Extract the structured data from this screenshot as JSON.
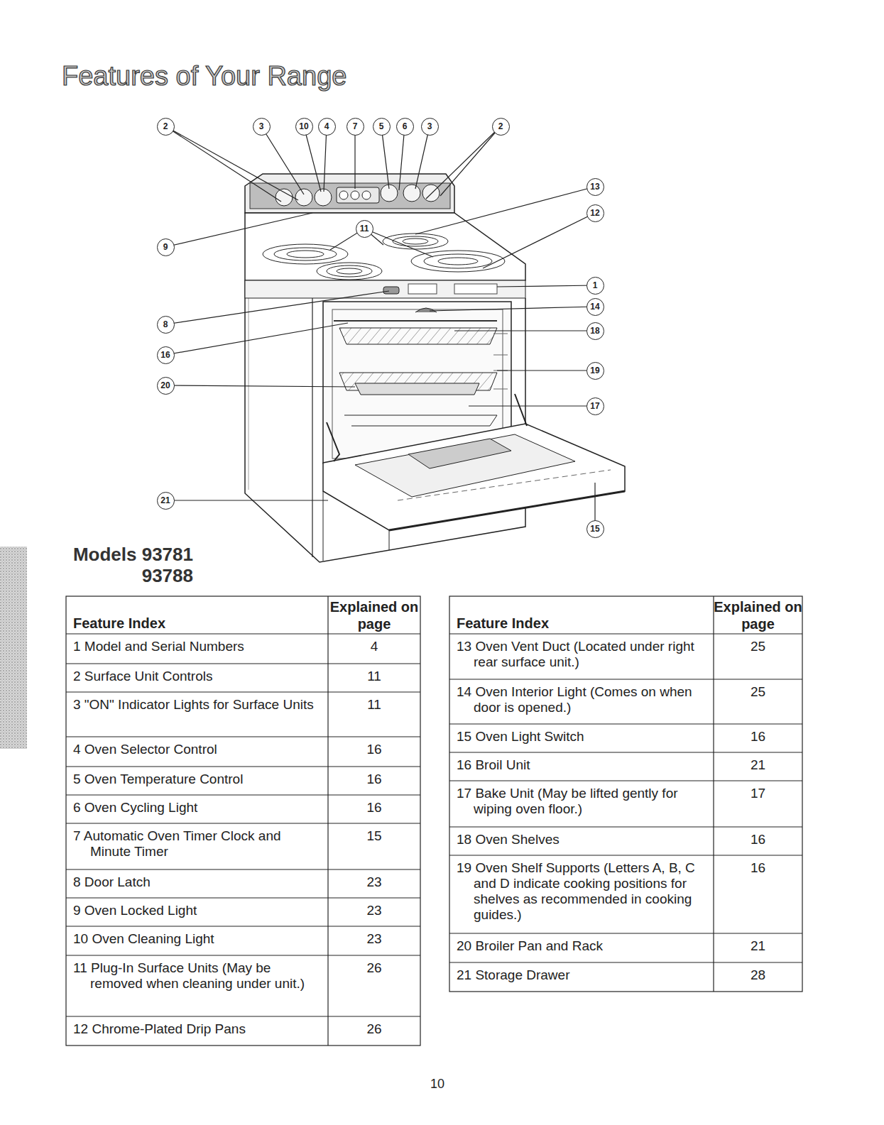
{
  "diagram": {
    "title": "Features of Your Range",
    "labels": [
      "2",
      "3",
      "10",
      "4",
      "7",
      "5",
      "6",
      "3",
      "2",
      "13",
      "12",
      "11",
      "9",
      "1",
      "14",
      "8",
      "18",
      "16",
      "19",
      "20",
      "17",
      "21",
      "15",
      "Models 93781 93788",
      "Feature Index",
      "Explained on page",
      "1 Model and Serial Numbers",
      "4",
      "2 Surface Unit Controls",
      "11",
      "3 \"ON\" Indicator Lights for Surface Units",
      "11",
      "4 Oven Selector Control",
      "16",
      "5 Oven Temperature Control",
      "16",
      "6 Oven Cycling Light",
      "16",
      "7 Automatic Oven Timer Clock and Minute Timer",
      "15",
      "8 Door Latch",
      "23",
      "9 Oven Locked Light",
      "23",
      "10 Oven Cleaning Light",
      "23",
      "11 Plug-In Surface Units (May be removed when cleaning under unit.)",
      "26",
      "12 Chrome-Plated Drip Pans",
      "26",
      "Feature Index",
      "Explained on page",
      "13 Oven Vent Duct (Located under right rear surface unit.)",
      "25",
      "14 Oven Interior Light (Comes on when door is opened.)",
      "25",
      "15 Oven Light Switch",
      "16",
      "16 Broil Unit",
      "21",
      "17 Bake Unit (May be lifted gently for wiping oven floor.)",
      "17",
      "18 Oven Shelves",
      "16",
      "19 Oven Shelf Supports (Letters A, B, C and D indicate cooking positions for shelves as recommended in cooking guides.)",
      "16",
      "20 Broiler Pan and Rack",
      "21",
      "21 Storage Drawer",
      "28",
      "10"
    ]
  }
}
